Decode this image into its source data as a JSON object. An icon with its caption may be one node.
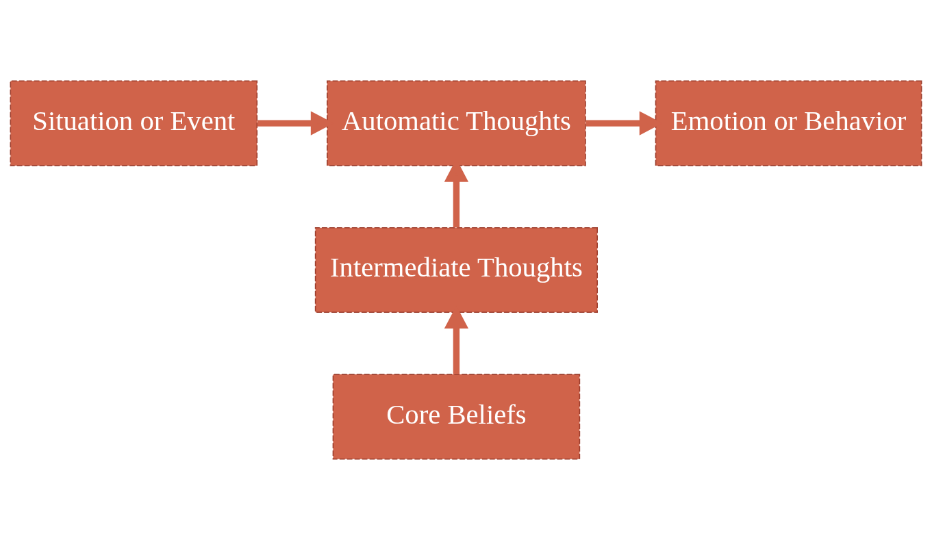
{
  "diagram": {
    "nodes": [
      {
        "text": [
          "Situation or Event"
        ]
      },
      {
        "text": [
          "Automatic Thoughts"
        ]
      },
      {
        "text": [
          "Emotion or Behavior"
        ]
      },
      {
        "text": [
          "Intermediate Thoughts"
        ]
      },
      {
        "text": [
          "Core Beliefs"
        ]
      }
    ],
    "edges": [
      {
        "from": 0,
        "to": 1,
        "arrow": "to"
      },
      {
        "from": 1,
        "to": 2,
        "arrow": "to"
      },
      {
        "from": 3,
        "to": 1,
        "arrow": "to"
      },
      {
        "from": 4,
        "to": 3,
        "arrow": "to"
      }
    ]
  }
}
